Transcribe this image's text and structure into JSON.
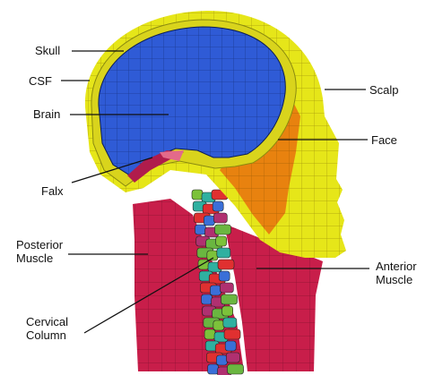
{
  "labels": {
    "skull": "Skull",
    "csf": "CSF",
    "brain": "Brain",
    "falx": "Falx",
    "posterior_muscle": [
      "Posterior",
      "Muscle"
    ],
    "cervical_column": [
      "Cervical",
      "Column"
    ],
    "scalp": "Scalp",
    "face": "Face",
    "anterior_muscle": [
      "Anterior",
      "Muscle"
    ]
  },
  "colors": {
    "background": "#ffffff",
    "scalp": "#e6e619",
    "skull_csf_band": "#d9d41c",
    "brain": "#2f5bd6",
    "face": "#e8820f",
    "muscle": "#c81e4a",
    "falx": "#b01c4c",
    "leader_line": "#111111"
  },
  "vertebrae_colors": [
    "#7cc23a",
    "#2fb0a0",
    "#e03030",
    "#3a6fd8",
    "#b03070",
    "#6ab640"
  ]
}
